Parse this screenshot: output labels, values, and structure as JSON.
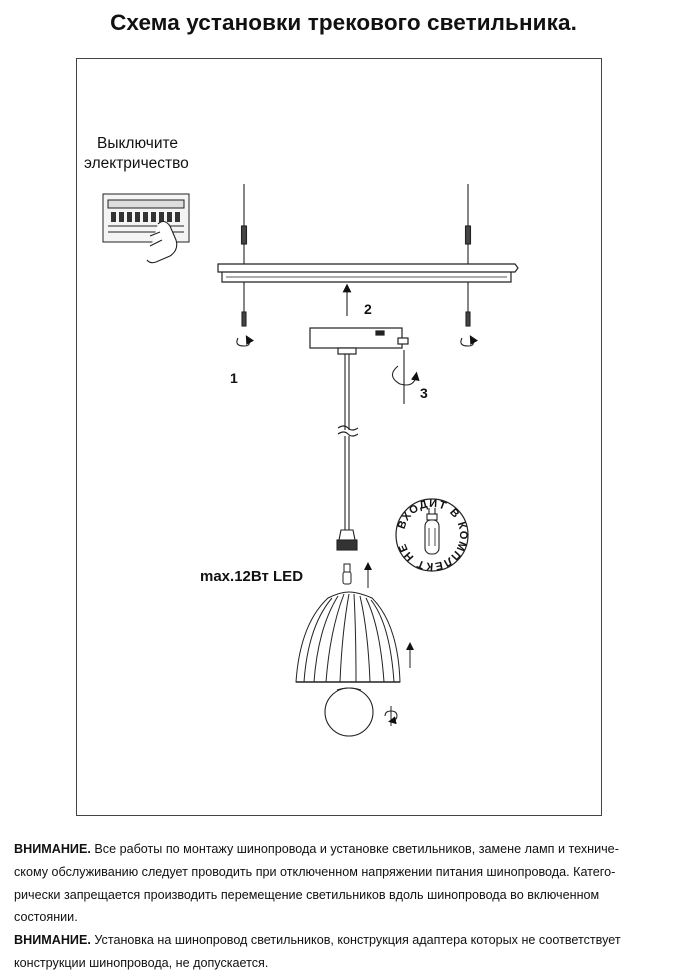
{
  "title": "Схема установки трекового светильника.",
  "diagram": {
    "switch_off_line1": "Выключите",
    "switch_off_line2": "электричество",
    "step1": "1",
    "step2": "2",
    "step3": "3",
    "max_power": "max.12Вт LED",
    "stamp_text": "ВХОДИТ В КОМПЛЕКТ НЕ",
    "icons": [
      "circuit-breaker-panel-icon",
      "hand-icon",
      "rotate-arrow-icon",
      "up-arrow-icon",
      "g9-bulb-icon"
    ]
  },
  "notes": {
    "p1_lead": "ВНИМАНИЕ.",
    "p1_l1": " Все работы по монтажу шинопровода и установке светильников, замене ламп и техниче-",
    "p1_l2": "скому обслуживанию следует проводить при отключенном напряжении питания шинопровода. Катего-",
    "p1_l3": "рически запрещается производить перемещение светильников вдоль шинопровода во включенном",
    "p1_l4": "состоянии.",
    "p2_lead": "ВНИМАНИЕ.",
    "p2_l1": " Установка на шинопровод светильников, конструкция адаптера которых не соответствует",
    "p2_l2": "конструкции шинопровода, не допускается."
  }
}
